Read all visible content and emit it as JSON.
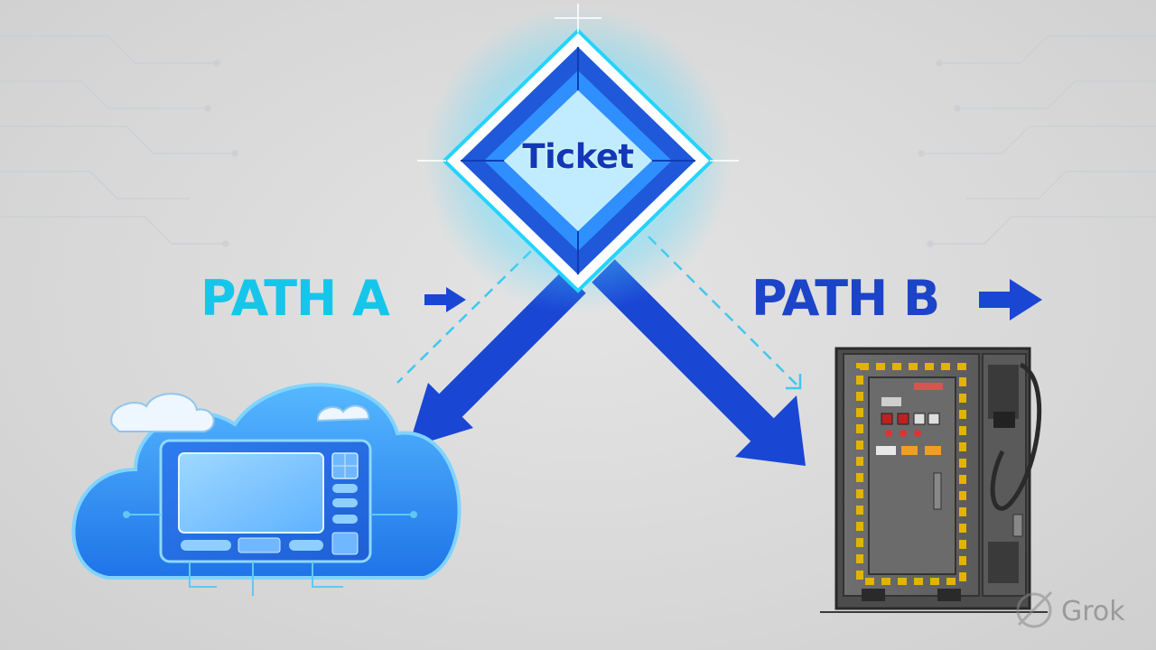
{
  "ticket": {
    "label": "Ticket"
  },
  "paths": {
    "a": {
      "label": "PATH A",
      "arrow_icon": "arrow-right-icon"
    },
    "b": {
      "label": "PATH B",
      "arrow_icon": "arrow-right-icon"
    }
  },
  "destinations": {
    "a": {
      "icon": "cloud-device-icon"
    },
    "b": {
      "icon": "server-cabinet-icon"
    }
  },
  "watermark": {
    "text": "Grok",
    "icon": "grok-logo-icon"
  },
  "colors": {
    "background": "#d9d9d9",
    "path_a": "#16c6ea",
    "path_b": "#1c44c8",
    "arrow_main": "#1a46d4",
    "ticket_glow": "#2fd8ff"
  }
}
